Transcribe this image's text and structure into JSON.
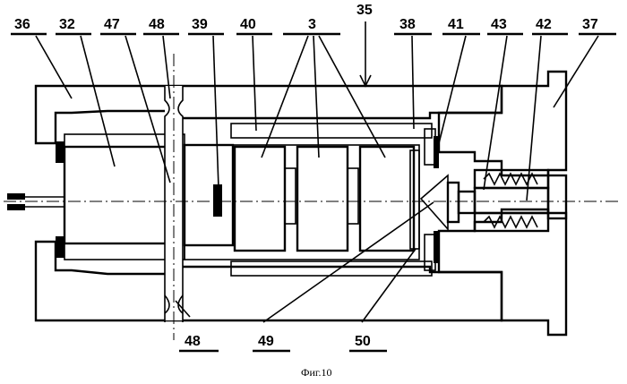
{
  "figure": {
    "caption": "Фиг.10",
    "labels": {
      "l36": "36",
      "l32": "32",
      "l47": "47",
      "l48_top": "48",
      "l39": "39",
      "l40": "40",
      "l3": "3",
      "l35": "35",
      "l38": "38",
      "l41": "41",
      "l43": "43",
      "l42": "42",
      "l37": "37",
      "l48_bottom": "48",
      "l49": "49",
      "l50": "50"
    }
  }
}
